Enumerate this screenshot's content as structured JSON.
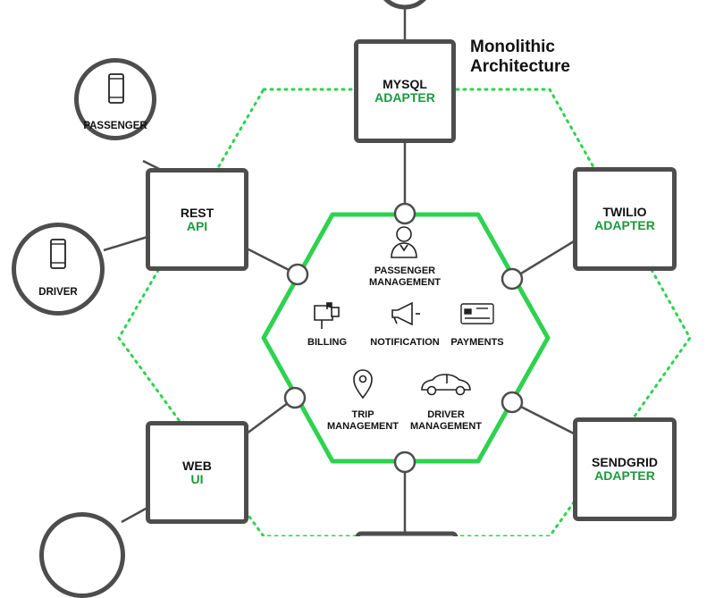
{
  "title": {
    "line1": "Monolithic",
    "line2": "Architecture"
  },
  "adapters": {
    "mysql": {
      "line1": "MYSQL",
      "line2": "ADAPTER"
    },
    "rest": {
      "line1": "REST",
      "line2": "API"
    },
    "twilio": {
      "line1": "TWILIO",
      "line2": "ADAPTER"
    },
    "web": {
      "line1": "WEB",
      "line2": "UI"
    },
    "sendgrid": {
      "line1": "SENDGRID",
      "line2": "ADAPTER"
    }
  },
  "clients": {
    "passenger": "PASSENGER",
    "driver": "DRIVER"
  },
  "modules": {
    "passenger_management": {
      "line1": "PASSENGER",
      "line2": "MANAGEMENT"
    },
    "billing": "BILLING",
    "notification": "NOTIFICATION",
    "payments": "PAYMENTS",
    "trip_management": {
      "line1": "TRIP",
      "line2": "MANAGEMENT"
    },
    "driver_management": {
      "line1": "DRIVER",
      "line2": "MANAGEMENT"
    }
  },
  "colors": {
    "core_border": "#2ed24f",
    "accent_text": "#1a9a3c",
    "outline": "#4d4d4d",
    "dotted": "#2ed24f"
  }
}
